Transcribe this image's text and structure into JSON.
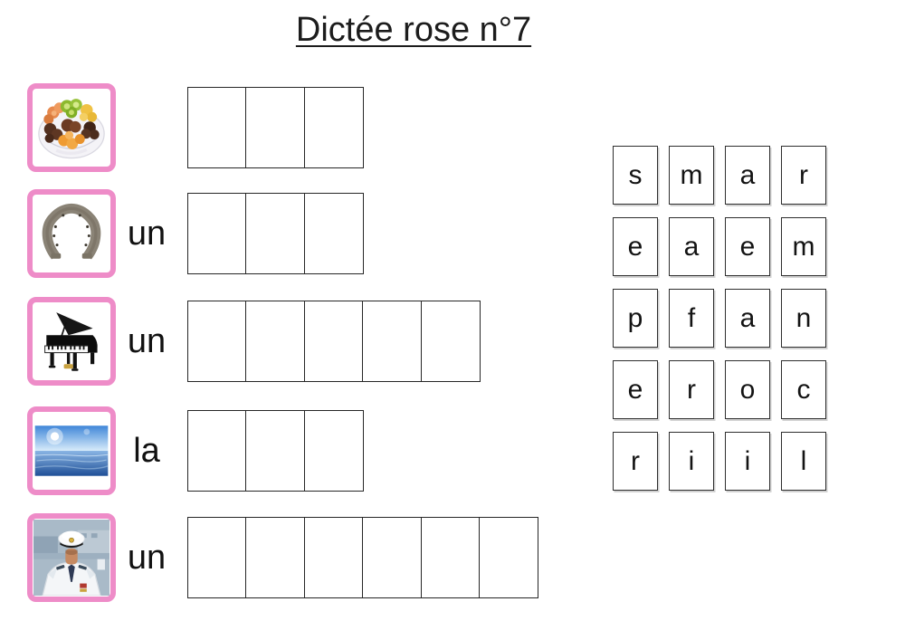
{
  "title": "Dictée rose n°7",
  "accent_color": "#ee8cc8",
  "box_border_color": "#262626",
  "rows": [
    {
      "image": "dried-fruits",
      "article": "",
      "boxes": 3
    },
    {
      "image": "horseshoe",
      "article": "un",
      "boxes": 3
    },
    {
      "image": "grand-piano",
      "article": "un",
      "boxes": 5
    },
    {
      "image": "sea",
      "article": "la",
      "boxes": 3
    },
    {
      "image": "sailor",
      "article": "un",
      "boxes": 6
    }
  ],
  "letter_grid": {
    "columns": 4,
    "rows": [
      [
        "s",
        "m",
        "a",
        "r"
      ],
      [
        "e",
        "a",
        "e",
        "m"
      ],
      [
        "p",
        "f",
        "a",
        "n"
      ],
      [
        "e",
        "r",
        "o",
        "c"
      ],
      [
        "r",
        "i",
        "i",
        "l"
      ]
    ]
  }
}
